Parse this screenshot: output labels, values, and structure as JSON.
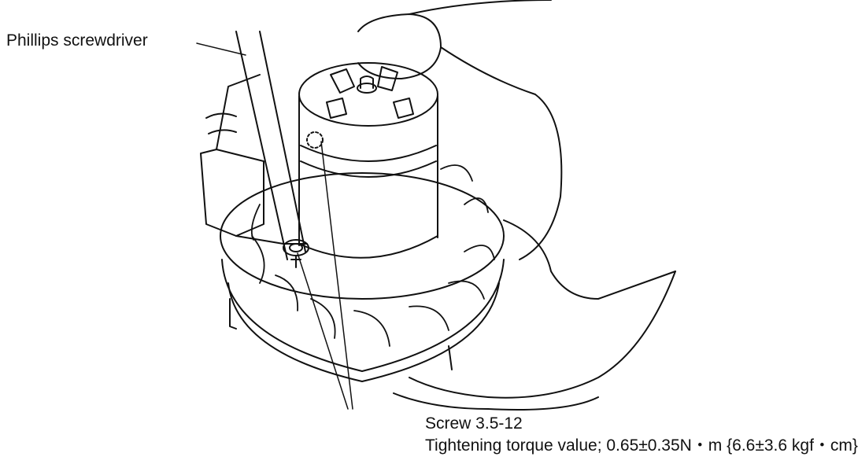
{
  "labels": {
    "screwdriver": "Phillips screwdriver",
    "screw": "Screw 3.5-12",
    "torque": "Tightening torque value; 0.65±0.35N・m {6.6±3.6 kgf・cm}"
  },
  "colors": {
    "line": "#111111",
    "background": "#ffffff"
  }
}
